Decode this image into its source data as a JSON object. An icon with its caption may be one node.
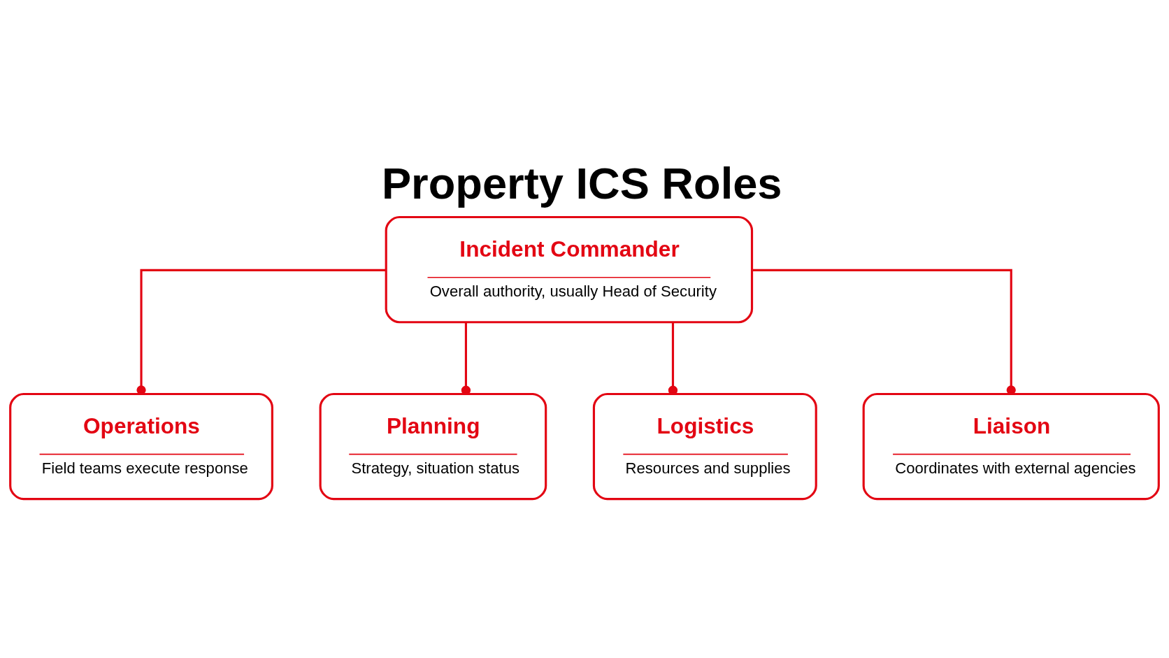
{
  "diagram": {
    "title": "Property ICS Roles",
    "nodes": [
      {
        "text": [
          "Incident Commander",
          "Overall authority, usually Head of Security"
        ]
      },
      {
        "text": [
          "Operations",
          "Field teams execute response"
        ]
      },
      {
        "text": [
          "Planning",
          "Strategy, situation status"
        ]
      },
      {
        "text": [
          "Logistics",
          "Resources and supplies"
        ]
      },
      {
        "text": [
          "Liaison",
          "Coordinates with external agencies"
        ]
      }
    ],
    "edges": [
      {
        "from": 0,
        "to": 1,
        "arrow": "other"
      },
      {
        "from": 0,
        "to": 2,
        "arrow": "other"
      },
      {
        "from": 0,
        "to": 3,
        "arrow": "other"
      },
      {
        "from": 0,
        "to": 4,
        "arrow": "other"
      }
    ]
  }
}
